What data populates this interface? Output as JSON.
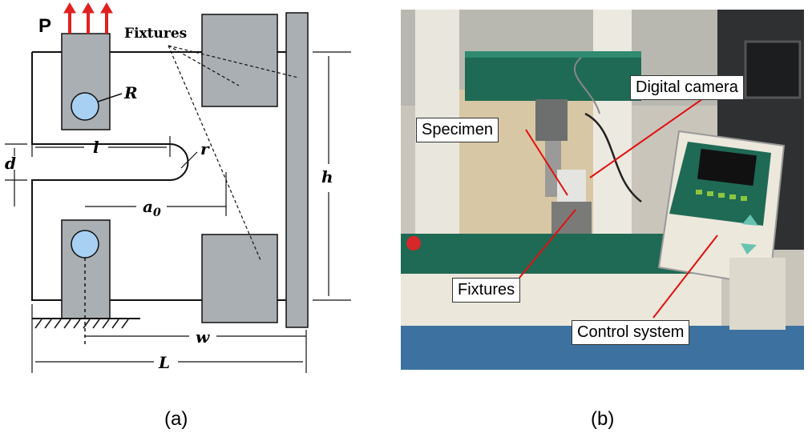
{
  "panel_a": {
    "load_label": "P",
    "fixtures_label": "Fixtures",
    "dim_R": "R",
    "dim_l": "l",
    "dim_r": "r",
    "dim_d": "d",
    "dim_h": "h",
    "dim_a0": "a",
    "dim_a0_sub": "0",
    "dim_w": "w",
    "dim_L": "L",
    "caption": "(a)",
    "colors": {
      "fixture": "#a9afb2",
      "hole": "#a8d0f2",
      "arrow": "#e02020"
    }
  },
  "panel_b": {
    "callouts": {
      "camera": "Digital camera",
      "specimen": "Specimen",
      "fixtures": "Fixtures",
      "control": "Control system"
    },
    "caption": "(b)",
    "colors": {
      "machine_green": "#1f6a55",
      "panel_cream": "#ece8dc",
      "pointer": "#e01010"
    }
  }
}
